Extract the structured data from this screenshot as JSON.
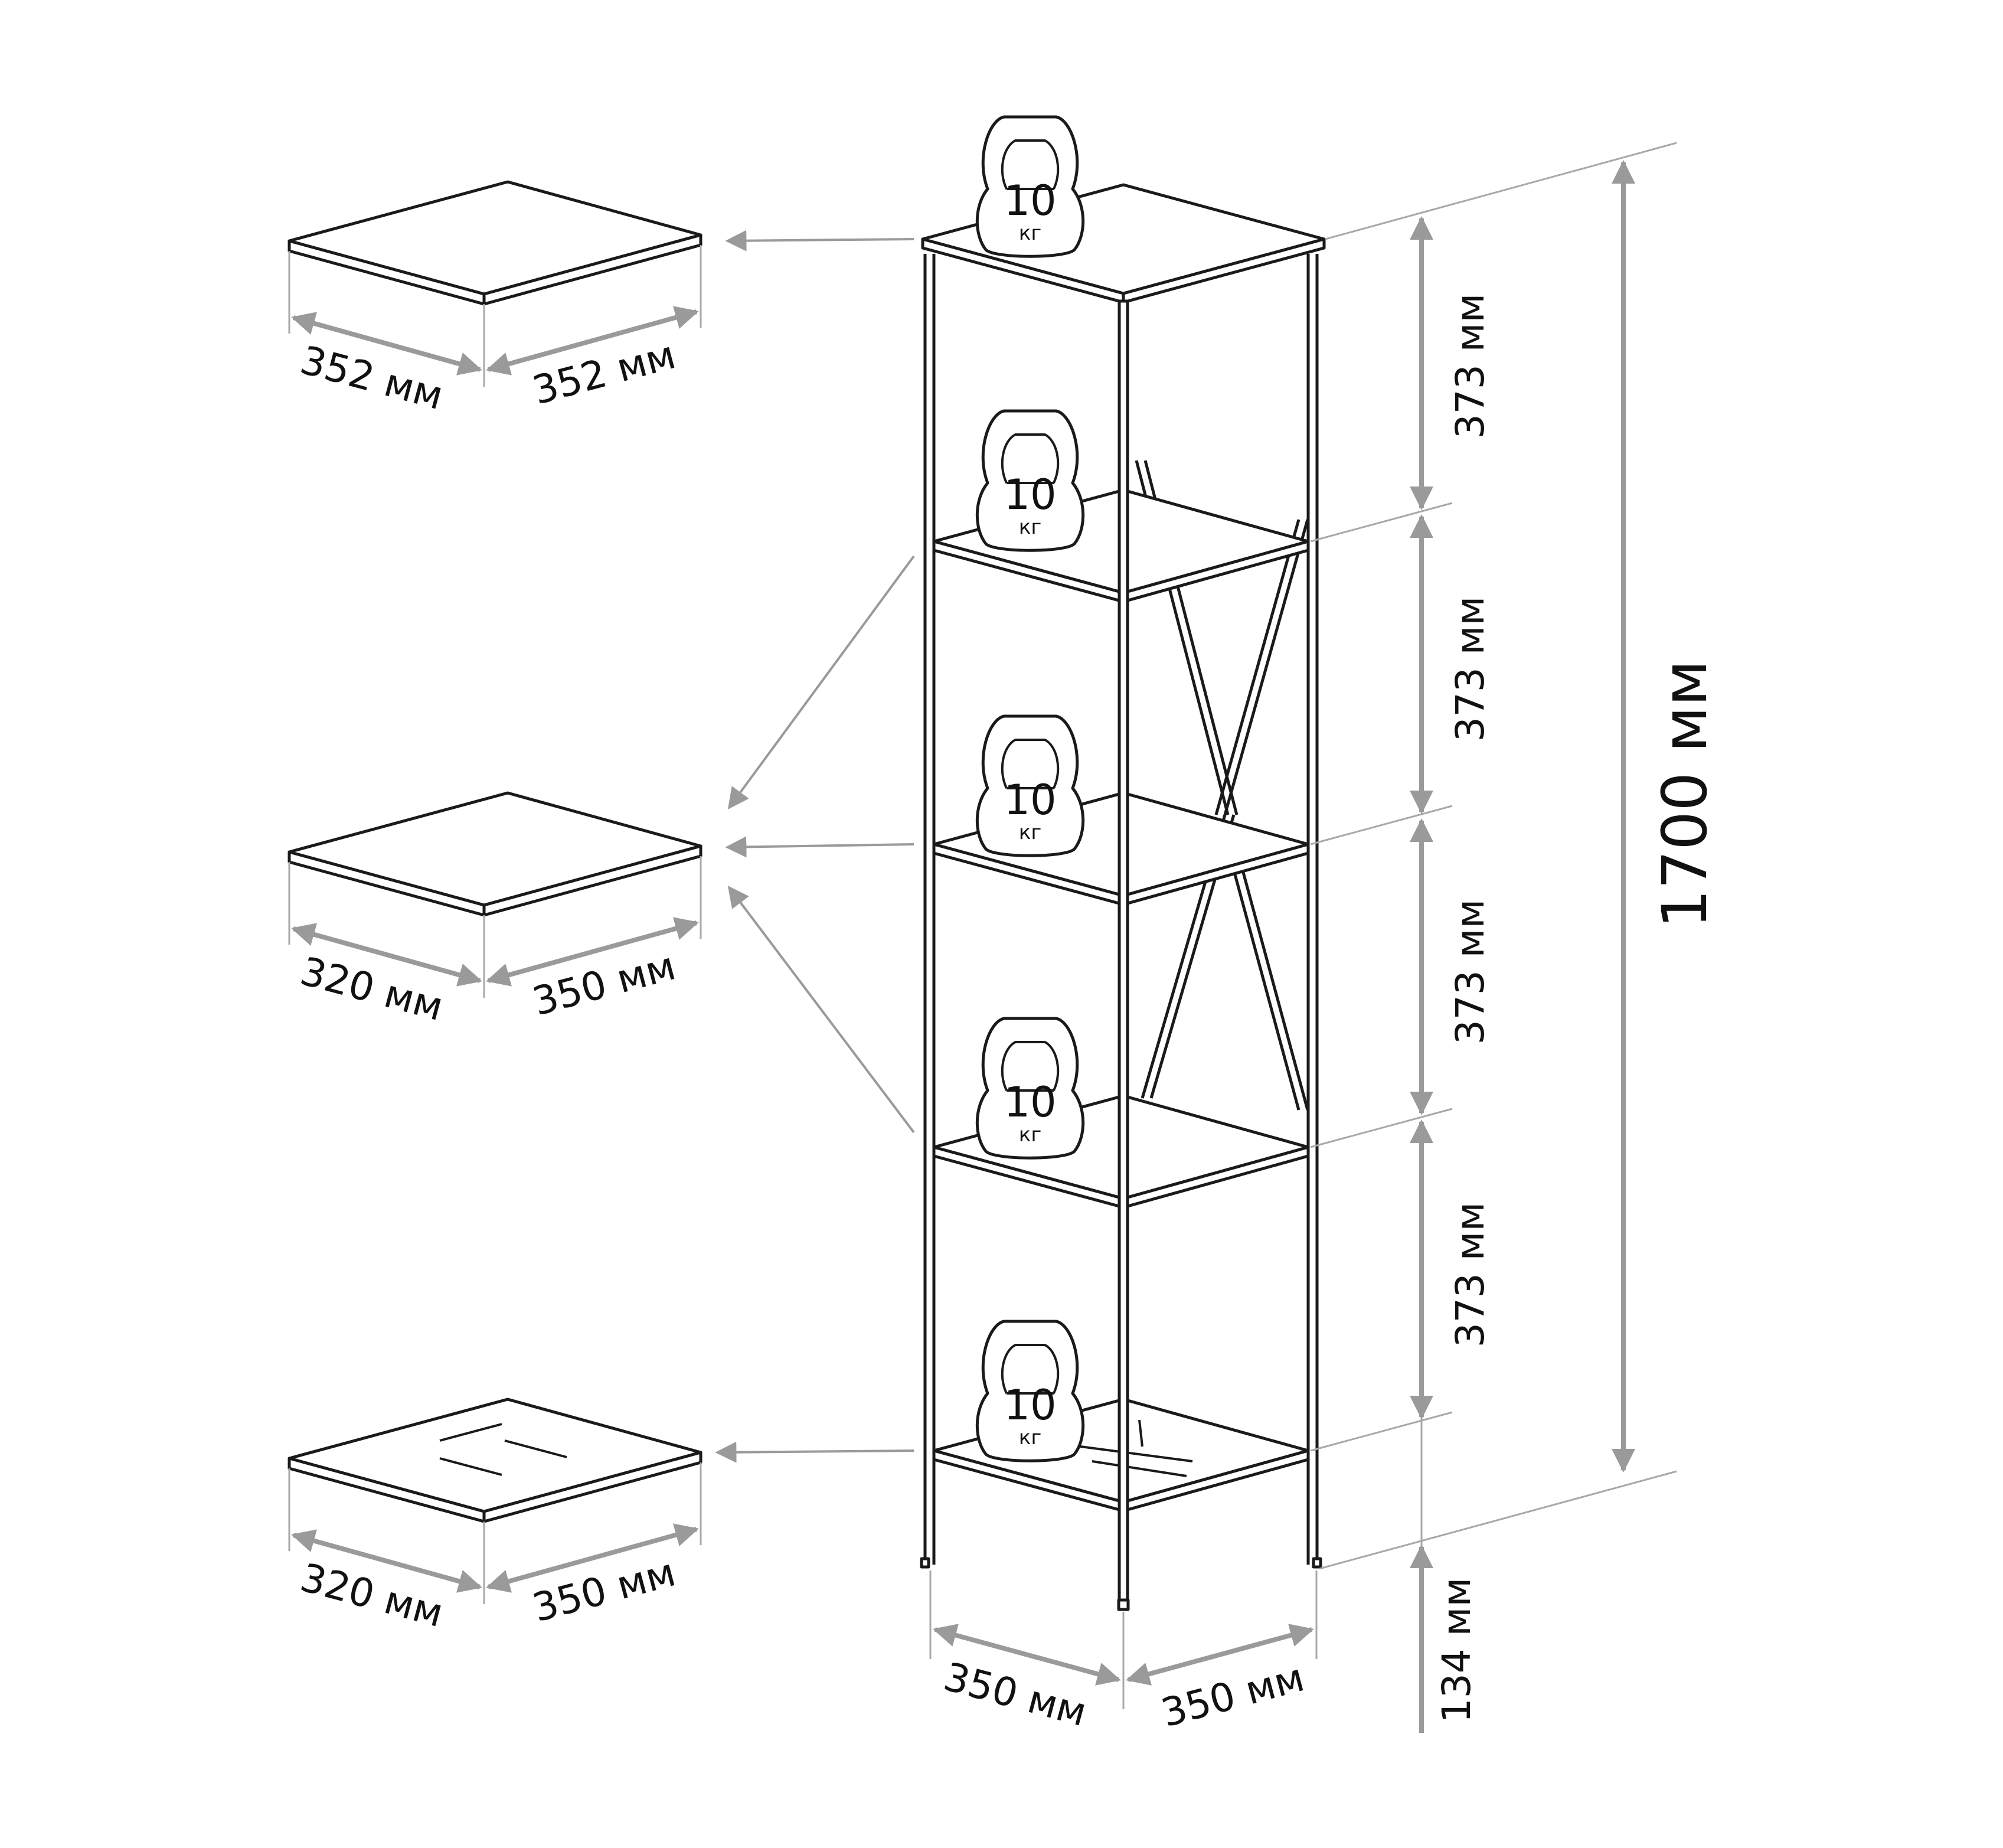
{
  "colors": {
    "outline": "#1a1a1a",
    "dimension": "#9a9a9a",
    "background": "#ffffff"
  },
  "load_icon": {
    "icon": "kettlebell-icon",
    "value": "10",
    "unit": "кг"
  },
  "shelves": {
    "top": {
      "width_label": "352 мм",
      "depth_label": "352 мм"
    },
    "middle": {
      "width_label": "320 мм",
      "depth_label": "350 мм"
    },
    "bottom": {
      "width_label": "320 мм",
      "depth_label": "350 мм"
    }
  },
  "rack": {
    "width_label": "350 мм",
    "depth_label": "350 мм",
    "tier_labels": [
      "373 мм",
      "373 мм",
      "373 мм",
      "373 мм"
    ],
    "leg_label": "134 мм",
    "total_label": "1700 мм"
  }
}
